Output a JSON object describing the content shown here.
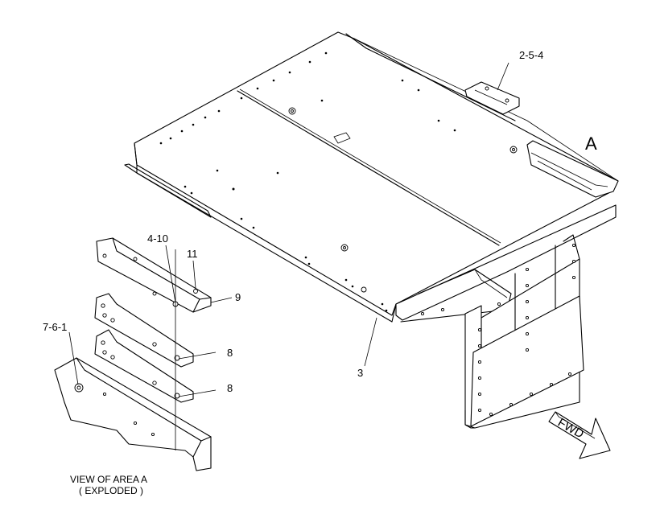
{
  "diagram": {
    "callouts": {
      "c_254": "2-5-4",
      "c_area": "A",
      "c_410": "4-10",
      "c_11": "11",
      "c_9": "9",
      "c_761": "7-6-1",
      "c_8a": "8",
      "c_8b": "8",
      "c_3": "3"
    },
    "caption_line1": "VIEW OF AREA  A",
    "caption_line2": "( EXPLODED )",
    "direction_label": "FWD"
  }
}
